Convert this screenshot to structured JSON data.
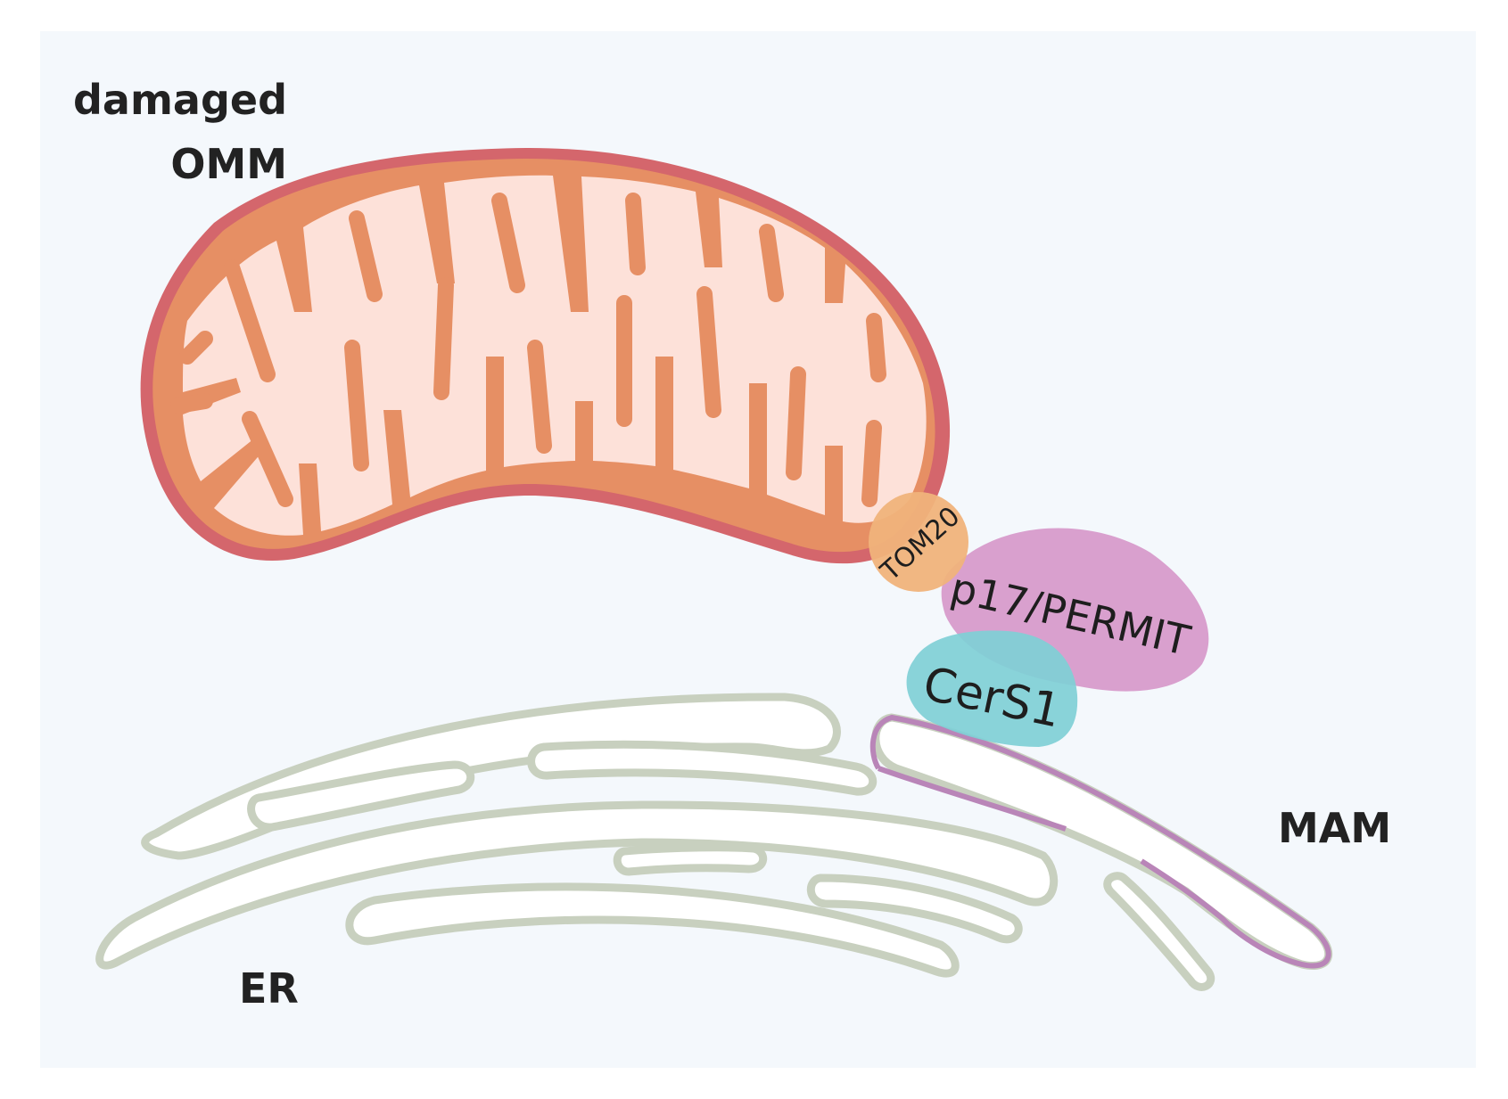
{
  "labels": {
    "damaged": "damaged",
    "omm": "OMM",
    "er": "ER",
    "mam": "MAM"
  },
  "proteins": {
    "tom20": "TOM20",
    "p17": "p17/PERMIT",
    "cers1": "CerS1"
  },
  "colors": {
    "background": "#f4f8fc",
    "mito_outer": "#d4666c",
    "mito_matrix_band": "#e68f64",
    "mito_cristae": "#fde1d9",
    "tom20": "#f0b37b",
    "p17": "#d9a0ce",
    "cers1": "#7fcfd6",
    "er_fill": "#ffffff",
    "er_stroke": "#c8d0bf",
    "mam_stroke": "#b985b8"
  }
}
